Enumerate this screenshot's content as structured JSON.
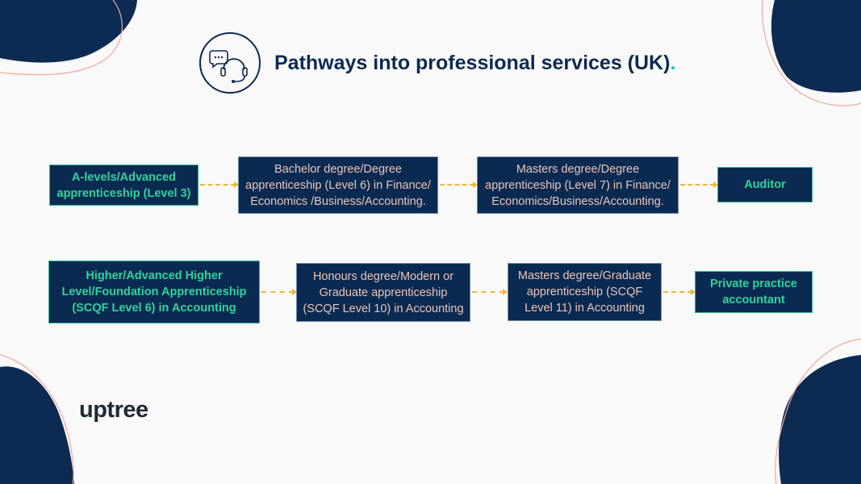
{
  "header": {
    "title": "Pathways into professional services (UK)",
    "title_dot": ".",
    "icon": "customer-support-headset-icon"
  },
  "rows": [
    {
      "steps": [
        "A-levels/Advanced apprenticeship (Level 3)",
        "Bachelor degree/Degree apprenticeship (Level 6) in Finance/ Economics /Business/Accounting.",
        "Masters degree/Degree apprenticeship (Level 7) in Finance/ Economics/Business/Accounting.",
        "Auditor"
      ]
    },
    {
      "steps": [
        "Higher/Advanced Higher Level/Foundation Apprenticeship (SCQF Level 6) in Accounting",
        "Honours degree/Modern or Graduate apprenticeship (SCQF Level 10) in Accounting",
        "Masters degree/Graduate apprenticeship (SCQF Level 11) in Accounting",
        "Private practice accountant"
      ]
    }
  ],
  "logo": {
    "text": "uptree"
  },
  "colors": {
    "navy": "#0b2a52",
    "green_text": "#2fd49d",
    "peach_text": "#ecc5b7",
    "arrow": "#f2b531",
    "blob": "#0d2a52",
    "blob_outline": "#f0a899"
  }
}
